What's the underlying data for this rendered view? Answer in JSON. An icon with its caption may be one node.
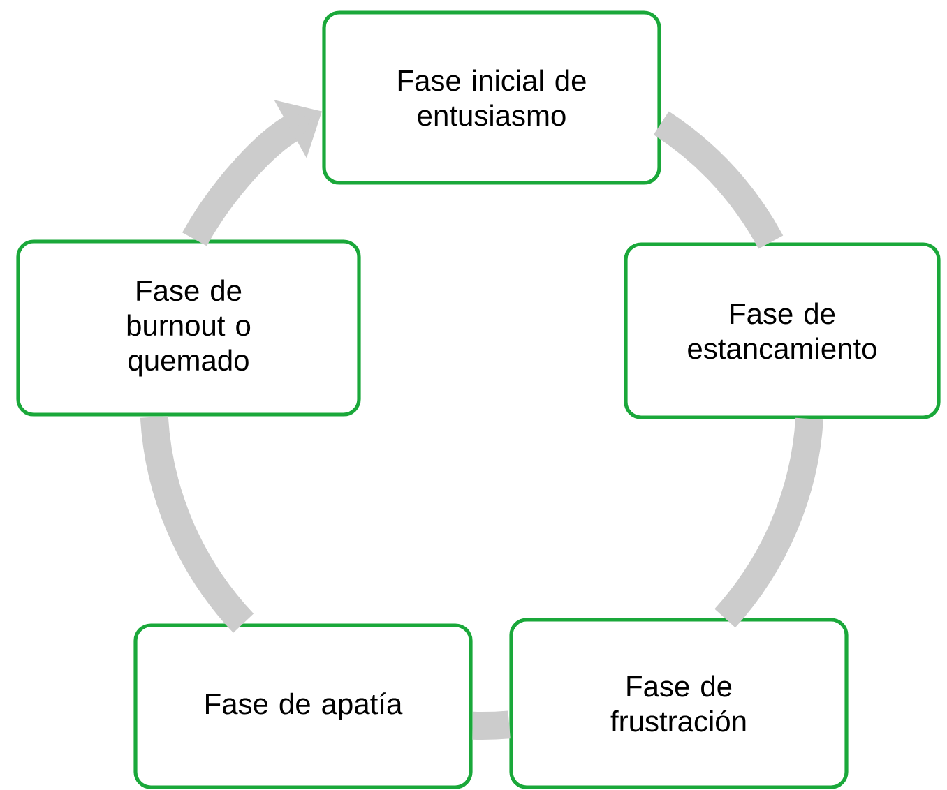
{
  "diagram": {
    "nodes": [
      {
        "text": [
          "Fase inicial de entusiasmo"
        ]
      },
      {
        "text": [
          "Fase de estancamiento"
        ]
      },
      {
        "text": [
          "Fase de frustración"
        ]
      },
      {
        "text": [
          "Fase de apatía"
        ]
      },
      {
        "text": [
          "Fase de burnout o quemado"
        ]
      }
    ],
    "edges": [
      {
        "from": 0,
        "to": 1,
        "arrow": "none"
      },
      {
        "from": 1,
        "to": 2,
        "arrow": "none"
      },
      {
        "from": 2,
        "to": 3,
        "arrow": "none"
      },
      {
        "from": 3,
        "to": 4,
        "arrow": "none"
      },
      {
        "from": 4,
        "to": 0,
        "arrow": "to"
      }
    ]
  }
}
